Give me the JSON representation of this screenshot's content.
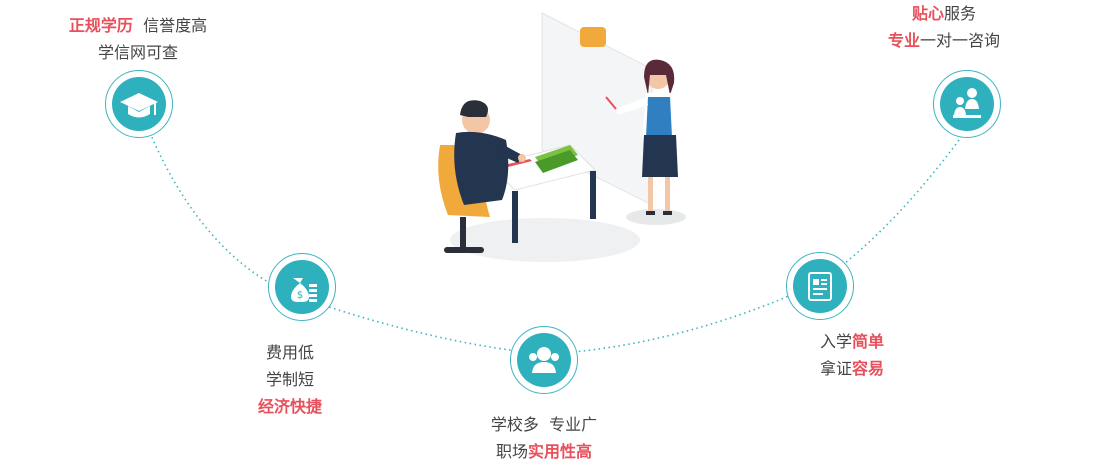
{
  "colors": {
    "accent": "#2fb0bd",
    "highlight": "#e8505b",
    "text": "#444444"
  },
  "features": [
    {
      "icon": "graduation-cap-icon",
      "lines": [
        [
          {
            "t": "正规学历",
            "hl": true
          },
          {
            "t": "  信誉度高",
            "hl": false
          }
        ],
        [
          {
            "t": "学信网可查",
            "hl": false
          }
        ]
      ]
    },
    {
      "icon": "money-bag-icon",
      "lines": [
        [
          {
            "t": "费用低",
            "hl": false
          }
        ],
        [
          {
            "t": "学制短",
            "hl": false
          }
        ],
        [
          {
            "t": "经济快捷",
            "hl": true
          }
        ]
      ]
    },
    {
      "icon": "users-icon",
      "lines": [
        [
          {
            "t": "学校多  专业广",
            "hl": false
          }
        ],
        [
          {
            "t": "职场",
            "hl": false
          },
          {
            "t": "实用性高",
            "hl": true
          }
        ]
      ]
    },
    {
      "icon": "certificate-icon",
      "lines": [
        [
          {
            "t": "入学",
            "hl": false
          },
          {
            "t": "简单",
            "hl": true
          }
        ],
        [
          {
            "t": "拿证",
            "hl": false
          },
          {
            "t": "容易",
            "hl": true
          }
        ]
      ]
    },
    {
      "icon": "consultant-icon",
      "lines": [
        [
          {
            "t": "贴心",
            "hl": true
          },
          {
            "t": "服务",
            "hl": false
          }
        ],
        [
          {
            "t": "专业",
            "hl": true
          },
          {
            "t": "一对一咨询",
            "hl": false
          }
        ]
      ]
    }
  ]
}
